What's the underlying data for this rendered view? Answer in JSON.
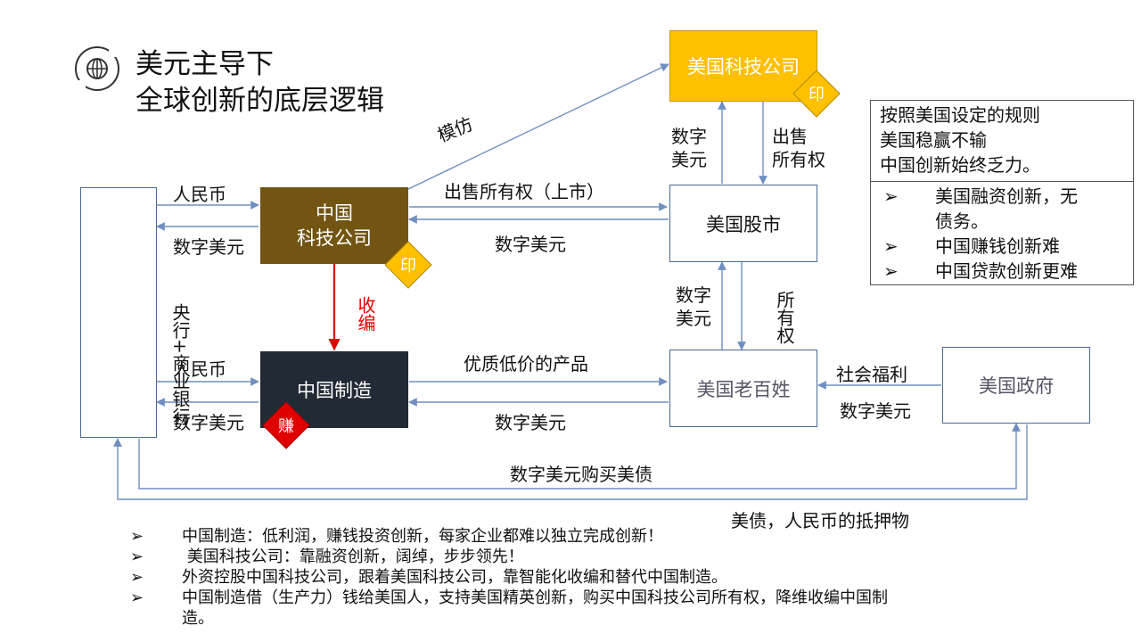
{
  "title": {
    "line1": "美元主导下",
    "line2": "全球创新的底层逻辑"
  },
  "nodes": {
    "cn_tech": {
      "line1": "中国",
      "line2": "科技公司",
      "fill": "#725512"
    },
    "cn_mfg": {
      "label": "中国制造",
      "fill": "#222a35"
    },
    "us_tech": {
      "label": "美国科技公司",
      "fill": "#ffc000"
    },
    "us_stock": {
      "label": "美国股市"
    },
    "us_people": {
      "label": "美国老百姓"
    },
    "us_gov": {
      "label": "美国政府"
    },
    "central_bank": {
      "label": "央行+商业银行"
    }
  },
  "badges": {
    "cn_tech_seal": "印",
    "us_tech_seal": "印",
    "cn_mfg_earn": "赚"
  },
  "labels": {
    "rmb_top": "人民币",
    "usd_top": "数字美元",
    "rmb_bottom": "人民币",
    "usd_bottom": "数字美元",
    "imitate": "模仿",
    "sell_ipo": "出售所有权（上市）",
    "usd_stock_cn": "数字美元",
    "absorb": "收编",
    "quality_products": "优质低价的产品",
    "usd_people_cn": "数字美元",
    "usd_tech_l1": "数字",
    "usd_tech_l2": "美元",
    "sell_own_l1": "出售",
    "sell_own_l2": "所有权",
    "usd_people_stock_l1": "数字",
    "usd_people_stock_l2": "美元",
    "ownership": "所有权",
    "welfare": "社会福利",
    "usd_gov": "数字美元",
    "buy_bonds": "数字美元购买美债",
    "collateral": "美债，人民币的抵押物"
  },
  "rules": {
    "header": [
      "按照美国设定的规则",
      "美国稳赢不输",
      "中国创新始终乏力。"
    ],
    "items": [
      {
        "bullet": "➢",
        "lines": [
          "美国融资创新，无",
          "债务。"
        ]
      },
      {
        "bullet": "➢",
        "lines": [
          "中国赚钱创新难"
        ]
      },
      {
        "bullet": "➢",
        "lines": [
          "中国贷款创新更难"
        ]
      }
    ]
  },
  "notes": [
    {
      "bullet": "➢",
      "text": "中国制造：低利润，赚钱投资创新，每家企业都难以独立完成创新！"
    },
    {
      "bullet": "➢",
      "text": " 美国科技公司：靠融资创新，阔绰，步步领先！"
    },
    {
      "bullet": "➢",
      "text": "外资控股中国科技公司，跟着美国科技公司，靠智能化收编和替代中国制造。"
    },
    {
      "bullet": "➢",
      "text": "中国制造借（生产力）钱给美国人，支持美国精英创新，购买中国科技公司所有权，降维收编中国制"
    },
    {
      "bullet": "",
      "text": "造。"
    }
  ],
  "colors": {
    "arrow": "#6f8fc0",
    "absorb": "#e00000",
    "seal": "#ffc000",
    "earn": "#e00000"
  }
}
